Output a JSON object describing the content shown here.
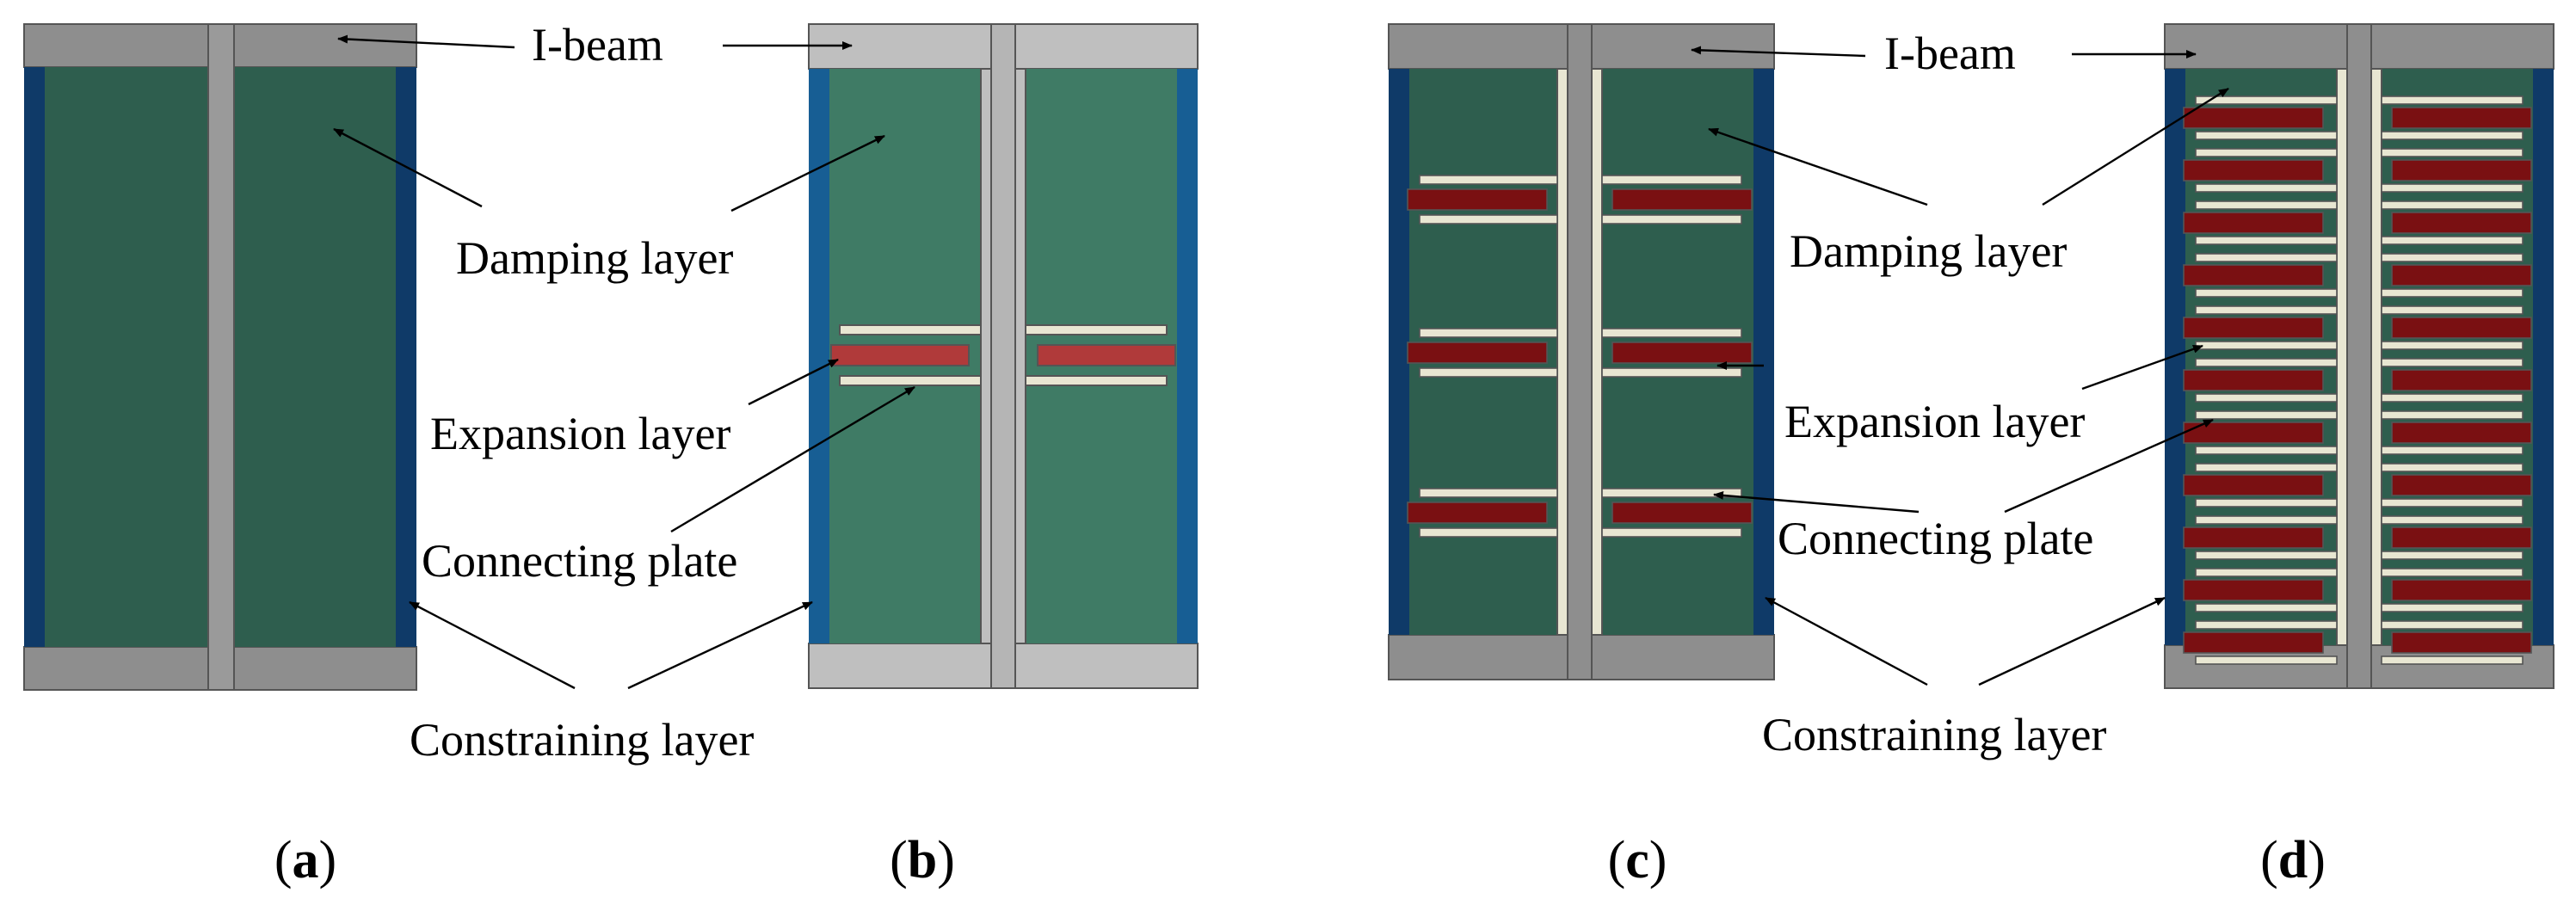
{
  "labels": {
    "i_beam": "I-beam",
    "damping_layer": "Damping layer",
    "expansion_layer": "Expansion layer",
    "connecting_plate": "Connecting plate",
    "constraining_layer": "Constraining layer"
  },
  "captions": {
    "a": "a",
    "b": "b",
    "c": "c",
    "d": "d"
  },
  "colors": {
    "beam_dark": "#8e8e8e",
    "beam_light": "#bfbfbf",
    "damping_dark": "#2e5e4e",
    "damping_light": "#3f7b65",
    "constraining_dark": "#0f3a68",
    "constraining_light": "#175e94",
    "expansion_dark": "#7a1012",
    "expansion_light": "#b03a3a",
    "plate": "#e8e6d2"
  }
}
